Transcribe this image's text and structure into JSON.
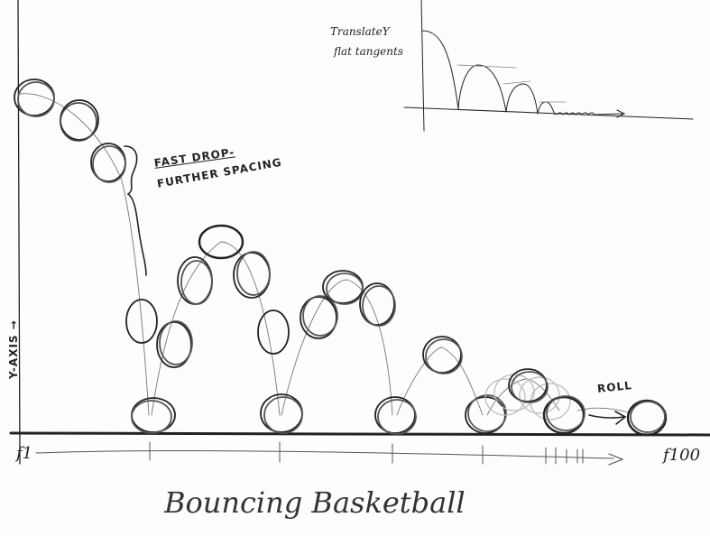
{
  "title": "Bouncing Basketball",
  "inset_graph": {
    "label_line1": "TranslateY",
    "label_line2": "flat tangents"
  },
  "annotations": {
    "fast_drop": "FAST DROP-",
    "further_spacing": "FURTHER SPACING",
    "roll": "ROLL",
    "y_axis": "Y-AXIS →"
  },
  "timeline": {
    "start_frame": "f1",
    "end_frame": "f100"
  },
  "colors": {
    "paper": "#fdfdfc",
    "pencil_dark": "#222222",
    "pencil_light": "#9a9a9a"
  }
}
